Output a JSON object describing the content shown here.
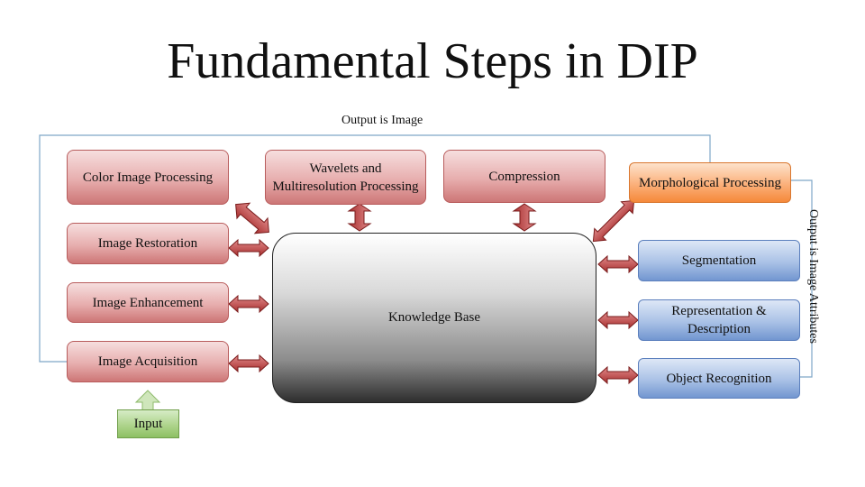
{
  "title": "Fundamental Steps in DIP",
  "labels": {
    "output_image": "Output is Image",
    "output_attributes": "Output is Image Attributes"
  },
  "left_steps": [
    {
      "label": "Color Image Processing"
    },
    {
      "label": "Image Restoration"
    },
    {
      "label": "Image Enhancement"
    },
    {
      "label": "Image Acquisition"
    }
  ],
  "top_steps": [
    {
      "label": "Wavelets and Multiresolution Processing"
    },
    {
      "label": "Compression"
    }
  ],
  "morphological": {
    "label": "Morphological Processing"
  },
  "right_steps": [
    {
      "label": "Segmentation"
    },
    {
      "label": "Representation & Description"
    },
    {
      "label": "Object Recognition"
    }
  ],
  "knowledge_base": {
    "label": "Knowledge Base"
  },
  "input": {
    "label": "Input"
  },
  "colors": {
    "red_box": "#e7aeae",
    "arrow_fill": "#c24a4a",
    "arrow_stroke": "#7a1c1c",
    "orange_box": "#fbb07a",
    "blue_box": "#a9c1e6",
    "green_box": "#aed48c",
    "connector_line": "#7fa7c8"
  }
}
